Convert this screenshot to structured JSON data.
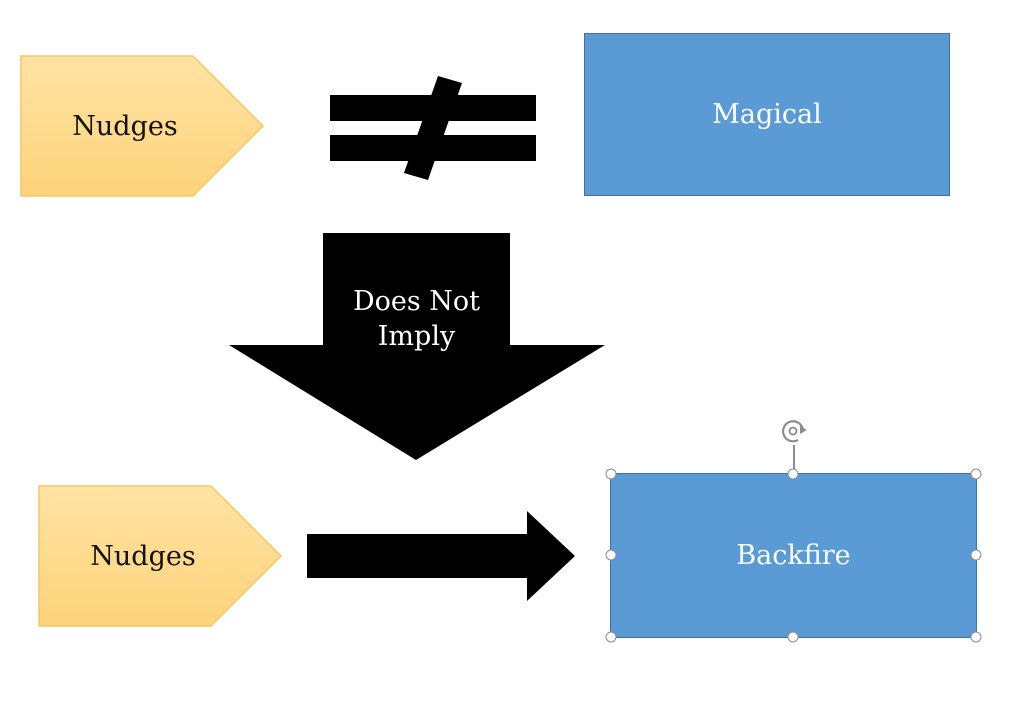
{
  "top_row": {
    "left_label": "Nudges",
    "right_label": "Magical"
  },
  "middle": {
    "arrow_text_line1": "Does Not",
    "arrow_text_line2": "Imply"
  },
  "bottom_row": {
    "left_label": "Nudges",
    "right_label": "Backfire"
  },
  "colors": {
    "pentagon_fill_top": "#FFE29F",
    "pentagon_fill_bottom": "#FDD27A",
    "pentagon_border": "#F5CB6A",
    "box_fill": "#5B9BD5",
    "box_border": "#41719C",
    "arrow_fill": "#000000"
  },
  "icons": {
    "rotate_handle": "rotate-icon",
    "not_equal": "not-equal-icon"
  }
}
